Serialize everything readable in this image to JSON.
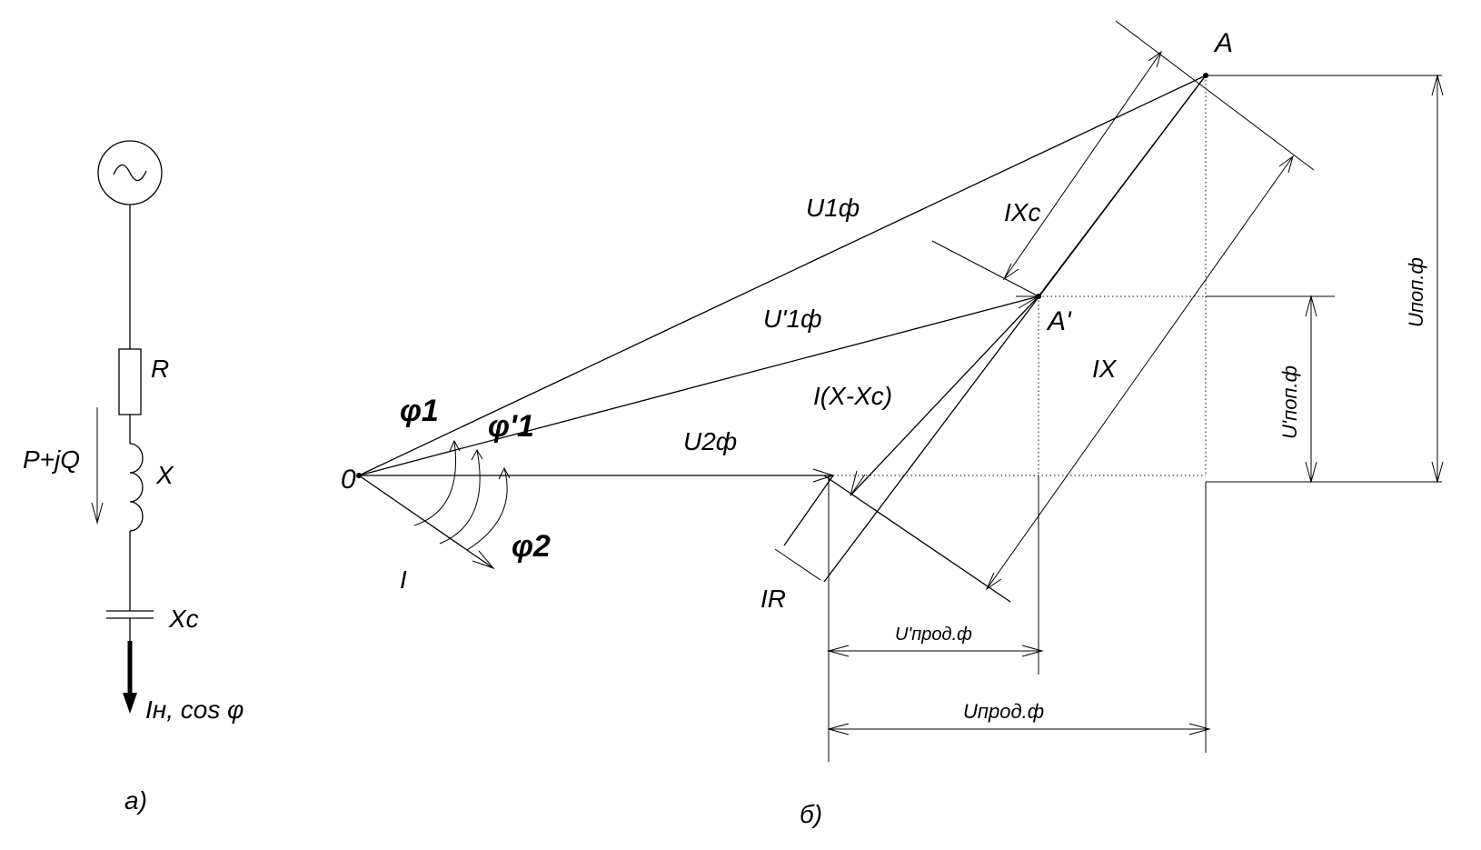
{
  "panel_a": {
    "caption": "а)",
    "resistor_label": "R",
    "inductor_label": "X",
    "capacitor_label": "Xc",
    "power_label": "P+jQ",
    "load_label": "Iн, cos φ",
    "source_icon": "ac-source-icon"
  },
  "panel_b": {
    "caption": "б)",
    "origin_label": "0",
    "point_A": "A",
    "point_A_prime": "A'",
    "U1": "U1ф",
    "U1_prime": "U'1ф",
    "U2": "U2ф",
    "IXc": "IXc",
    "IX": "IX",
    "IXXc": "I(X-Xc)",
    "IR": "IR",
    "I": "I",
    "phi1": "φ1",
    "phi1_prime": "φ'1",
    "phi2": "φ2",
    "U_pop": "Uпоп.ф",
    "U_pop_prime": "U'поп.ф",
    "U_prod": "Uпрод.ф",
    "U_prod_prime": "U'прод.ф"
  }
}
